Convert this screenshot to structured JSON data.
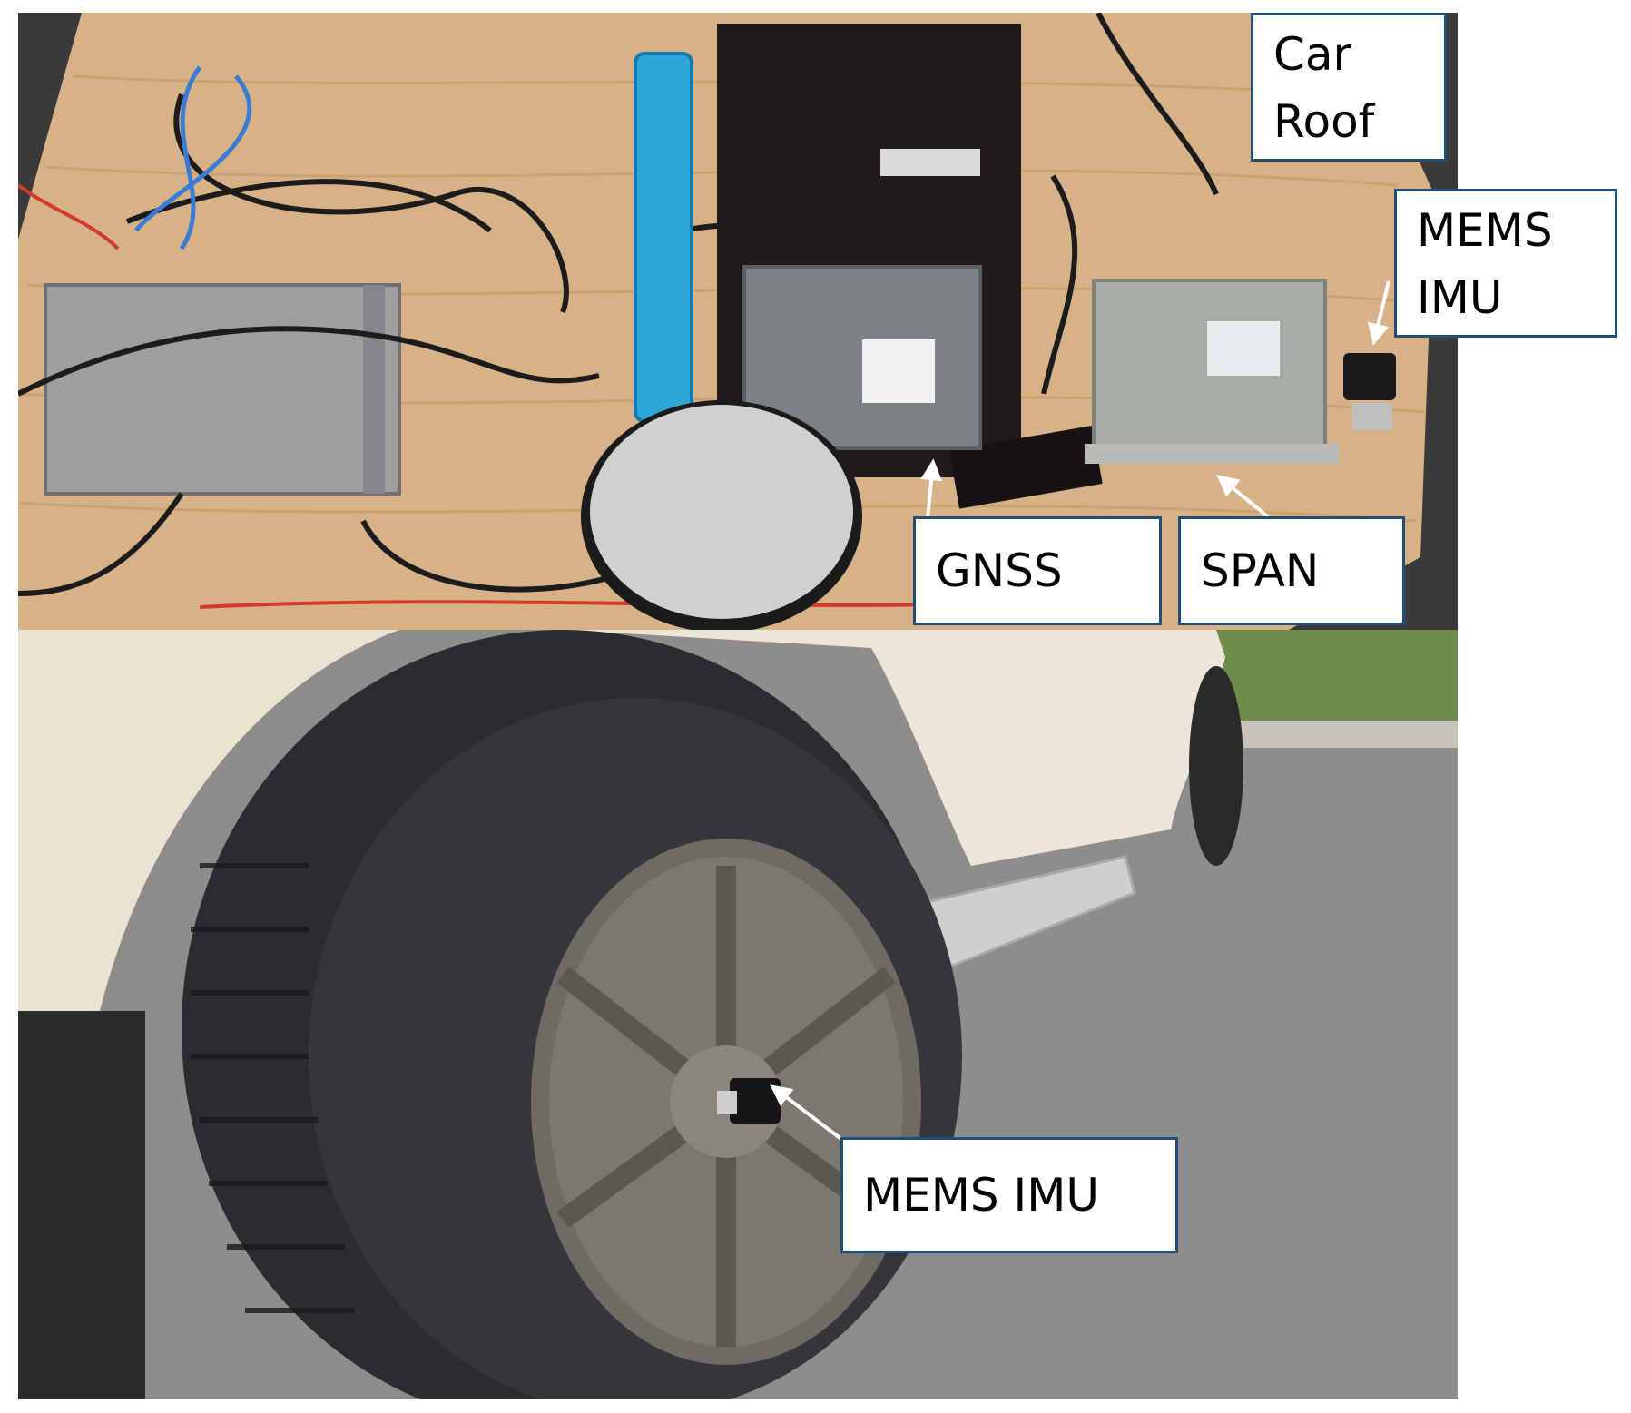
{
  "labels": {
    "car_roof_line1": "Car",
    "car_roof_line2": "Roof",
    "mems_imu_roof_line1": "MEMS",
    "mems_imu_roof_line2": "IMU",
    "gnss": "GNSS",
    "span": "SPAN",
    "mems_imu_wheel": "MEMS IMU"
  },
  "colors": {
    "callout_border": "#1f4e79",
    "arrow": "#ffffff",
    "wood": "#d9b48a",
    "tire": "#2b2b2e",
    "rim": "#7b7670",
    "asphalt": "#8d8c8a"
  }
}
